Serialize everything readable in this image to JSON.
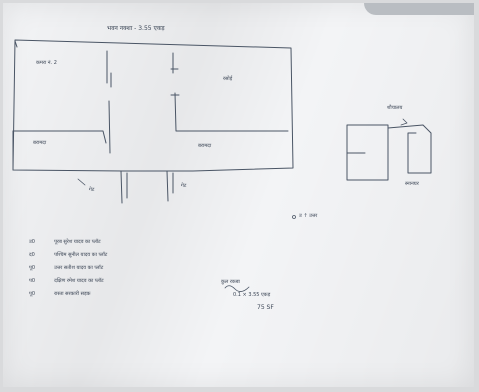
{
  "plan": {
    "title": "भवन नक्शा - 3.55 एकड़",
    "rooms": {
      "top_left": "कमरा नं. 2",
      "top_right": "रसोई",
      "bottom_left": "बरामदा",
      "bottom_right": "बरामदा",
      "bottom_door_left": "गेट",
      "bottom_door_right": "गेट"
    },
    "inset": {
      "top_label": "शौचालय",
      "bottom_label": "स्नानघर"
    },
    "compass_note": "उ ↑ उत्तर"
  },
  "boundary_list": [
    {
      "num": "उ0",
      "text": "पूरब सुरेश यादव का प्लॉट"
    },
    {
      "num": "द0",
      "text": "पश्चिम सुनील यादव का प्लॉट"
    },
    {
      "num": "पू0",
      "text": "उत्तर सतीश यादव का प्लॉट"
    },
    {
      "num": "प0",
      "text": "दक्षिण रमेश यादव का प्लॉट"
    },
    {
      "num": "पू0",
      "text": "रास्ता सरकारी सड़क"
    }
  ],
  "signature_note": {
    "line1": "कुल रकबा",
    "line2": "0.1 × 3.55 एकड़",
    "line3": "75 SF"
  }
}
